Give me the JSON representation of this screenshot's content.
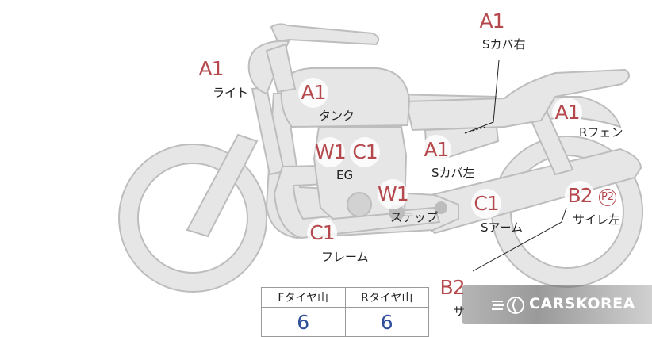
{
  "colors": {
    "part_fill": "#e6e6e6",
    "part_stroke": "#bdbdbd",
    "grade_text": "#b5484c",
    "tread_value": "#2f4f9a"
  },
  "parts": [
    {
      "id": "light",
      "grade": "A1",
      "label": "ライト"
    },
    {
      "id": "tank",
      "grade": "A1",
      "label": "タンク"
    },
    {
      "id": "side-cover-right",
      "grade": "A1",
      "label": "Sカバ右"
    },
    {
      "id": "rear-fender",
      "grade": "A1",
      "label": "Rフェン"
    },
    {
      "id": "engine",
      "grade": "W1",
      "grade2": "C1",
      "label": "EG"
    },
    {
      "id": "side-cover-left",
      "grade": "A1",
      "label": "Sカバ左"
    },
    {
      "id": "step",
      "grade": "W1",
      "label": "ステップ"
    },
    {
      "id": "swing-arm",
      "grade": "C1",
      "label": "Sアーム"
    },
    {
      "id": "muffler-left",
      "grade": "B2",
      "grade2": "P2",
      "label": "サイレ左"
    },
    {
      "id": "frame",
      "grade": "C1",
      "label": "フレーム"
    },
    {
      "id": "muffler-right",
      "grade": "B2",
      "label": "サ"
    }
  ],
  "tread": {
    "front_label": "Fタイヤ山",
    "rear_label": "Rタイヤ山",
    "front_value": "6",
    "rear_value": "6"
  },
  "watermark": {
    "text": "CARSKOREA",
    "icon": "carskorea-logo-icon"
  }
}
